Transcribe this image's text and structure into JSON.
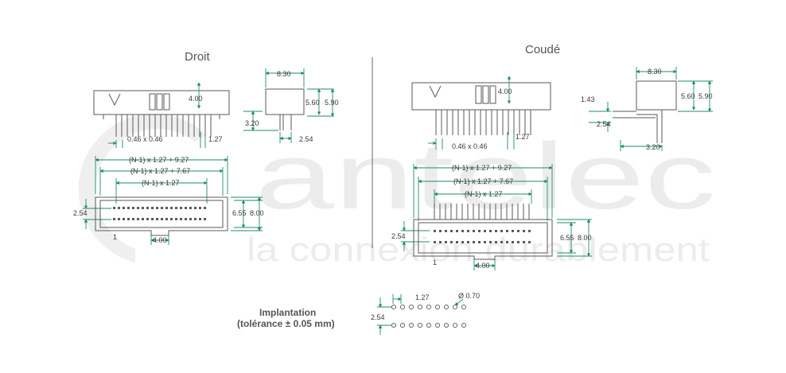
{
  "colors": {
    "accent": "#1d8a6e",
    "outline": "#5a5a5a",
    "watermark": "#ececec",
    "divider": "#6a6a6a"
  },
  "watermark": {
    "word": "antelec",
    "tagline": "la connexion durablement"
  },
  "droit": {
    "title": "Droit",
    "side_h": "4.00",
    "pitch_pair": "0.46 x 0.46",
    "pitch": "1.27",
    "end_w": "8.30",
    "end_h1": "5.60",
    "end_h2": "5.90",
    "end_pin": "3.20",
    "end_foot": "2.54",
    "dim_a": "(N-1) x 1.27 + 9.27",
    "dim_b": "(N-1) x 1.27 + 7.67",
    "dim_c": "(N-1) x 1.27",
    "row_gap": "2.54",
    "in_h": "6.55",
    "out_h": "8.00",
    "key_w": "4.00",
    "pin1": "1"
  },
  "coude": {
    "title": "Coudé",
    "side_h": "4.00",
    "pitch_pair": "0.46 x 0.46",
    "pitch": "1.27",
    "end_w": "8.30",
    "end_h1": "5.60",
    "end_h2": "5.90",
    "end_top": "1.43",
    "end_mid": "2.54",
    "end_len": "3.20",
    "dim_a": "(N-1) x 1.27 + 9.27",
    "dim_b": "(N-1) x 1.27 + 7.67",
    "dim_c": "(N-1) x 1.27",
    "row_gap": "2.54",
    "in_h": "6.55",
    "out_h": "8.00",
    "key_w": "4.00",
    "pin1": "1"
  },
  "implantation": {
    "title": "Implantation",
    "tolerance": "(tolérance ± 0.05 mm)",
    "pitch": "1.27",
    "hole": "Ø 0.70",
    "row_gap": "2.54"
  }
}
